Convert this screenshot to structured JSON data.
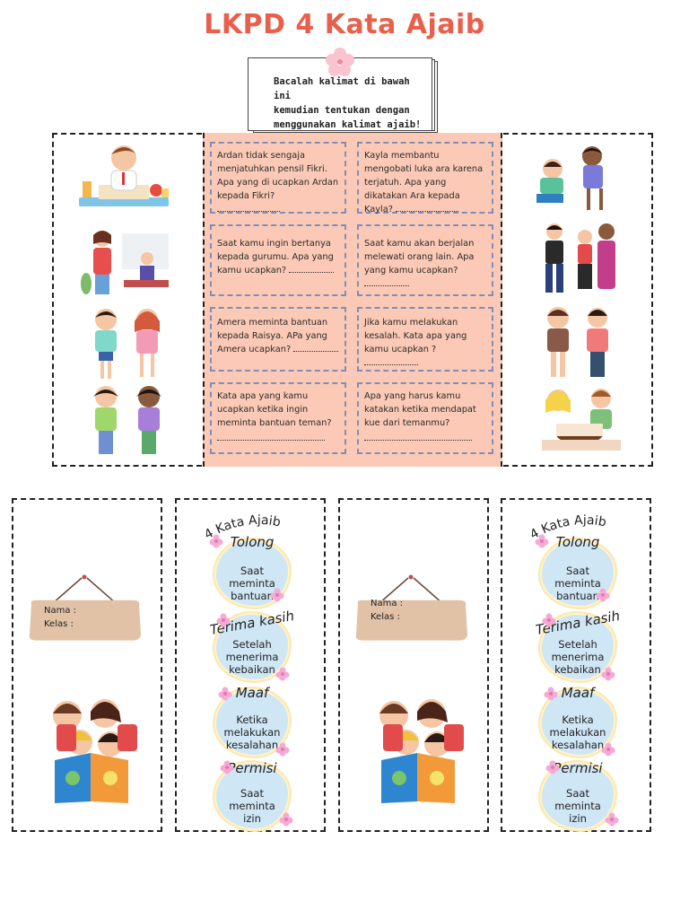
{
  "title": "LKPD 4 Kata Ajaib",
  "instruction": {
    "line1": "Bacalah kalimat di bawah ini",
    "line2": "kemudian tentukan dengan",
    "line3": "menggunakan kalimat ajaib!"
  },
  "questions": [
    {
      "text": "Ardan tidak sengaja menjatuhkan pensil Fikri. Apa yang di ucapkan Ardan kepada Fikri?"
    },
    {
      "text": "Kayla membantu mengobati luka ara karena terjatuh. Apa yang dikatakan Ara kepada Kayla?"
    },
    {
      "text": "Saat kamu ingin bertanya kepada gurumu. Apa yang kamu ucapkan?"
    },
    {
      "text": "Saat kamu akan berjalan melewati orang lain. Apa yang kamu ucapkan?"
    },
    {
      "text": "Amera meminta bantuan kepada Raisya. APa yang Amera ucapkan?"
    },
    {
      "text": "Jika kamu melakukan kesalah. Kata apa yang kamu ucapkan ?"
    },
    {
      "text": "Kata apa yang kamu ucapkan ketika ingin meminta bantuan teman?"
    },
    {
      "text": "Apa yang harus kamu katakan ketika mendapat kue dari temanmu?"
    }
  ],
  "name_card": {
    "nama_label": "Nama :",
    "kelas_label": "Kelas :"
  },
  "kata_card": {
    "header": "4 Kata Ajaib",
    "words": [
      {
        "word": "Tolong",
        "desc1": "Saat",
        "desc2": "meminta",
        "desc3": "bantuan"
      },
      {
        "word": "Terima kasih",
        "desc1": "Setelah",
        "desc2": "menerima",
        "desc3": "kebaikan"
      },
      {
        "word": "Maaf",
        "desc1": "Ketika",
        "desc2": "melakukan",
        "desc3": "kesalahan"
      },
      {
        "word": "Permisi",
        "desc1": "Saat",
        "desc2": "meminta",
        "desc3": "izin"
      }
    ]
  },
  "colors": {
    "title": "#e8604c",
    "panel": "#fbc9b5",
    "box_border": "#7d8fb8",
    "bubble": "#cfe6f5",
    "bloom": "#f6a9d4",
    "sign": "#e2c2a6"
  }
}
